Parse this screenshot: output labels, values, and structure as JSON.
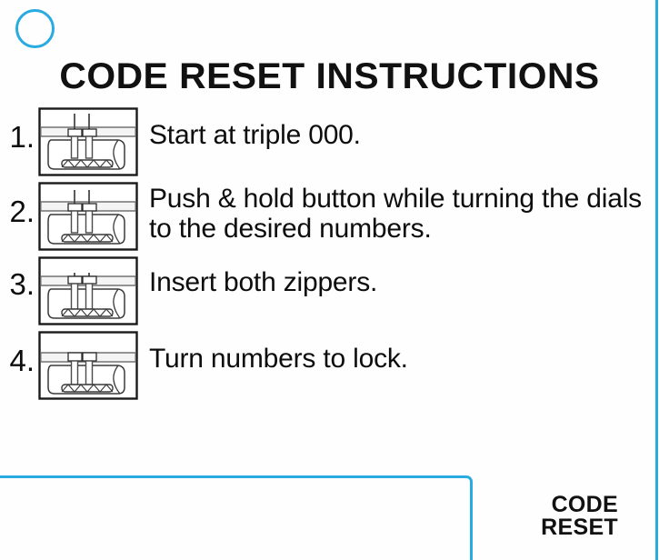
{
  "card": {
    "title": "CODE RESET INSTRUCTIONS",
    "accent_color": "#29abe2",
    "text_color": "#111111",
    "background_color": "#ffffff"
  },
  "steps": [
    {
      "number": "1.",
      "text": "Start at triple 000.",
      "illustration": "luggage-lock-diagram"
    },
    {
      "number": "2.",
      "text": "Push & hold button while turning the dials to the desired numbers.",
      "illustration": "luggage-lock-diagram"
    },
    {
      "number": "3.",
      "text": "Insert both zippers.",
      "illustration": "luggage-lock-diagram"
    },
    {
      "number": "4.",
      "text": "Turn numbers to lock.",
      "illustration": "luggage-lock-diagram"
    }
  ],
  "brand": {
    "line1": "CODE",
    "line2": "RESET"
  }
}
